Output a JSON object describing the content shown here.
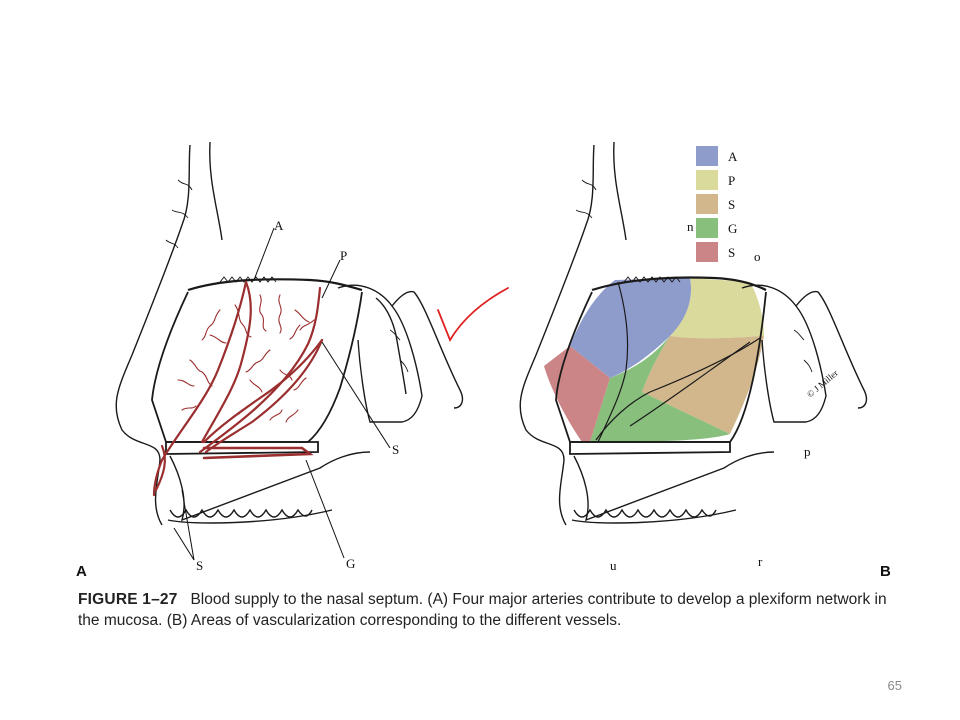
{
  "figure": {
    "panel_a_letter": "A",
    "panel_b_letter": "B",
    "panel_a_labels": {
      "a": "A",
      "p": "P",
      "s_right": "S",
      "s_bottom": "S",
      "g": "G"
    },
    "panel_b_legend": [
      {
        "label": "A",
        "color": "#8e9ccc"
      },
      {
        "label": "P",
        "color": "#d9da9c"
      },
      {
        "label": "S",
        "color": "#d2b78d"
      },
      {
        "label": "G",
        "color": "#88bf7d"
      },
      {
        "label": "S",
        "color": "#cc8587"
      }
    ],
    "panel_b_marks": {
      "n": "n",
      "o": "o",
      "p": "p",
      "u": "u",
      "r": "r",
      "signature": "© J Miller"
    },
    "artery_color": "#9b2e2e",
    "checkmark_color": "#e02020"
  },
  "caption": {
    "label": "FIGURE 1–27",
    "text": "Blood supply to the nasal septum. (A) Four major arteries contribute to develop a plexiform network in the mucosa. (B) Areas of vascularization corresponding to the different vessels."
  },
  "page_number": "65"
}
